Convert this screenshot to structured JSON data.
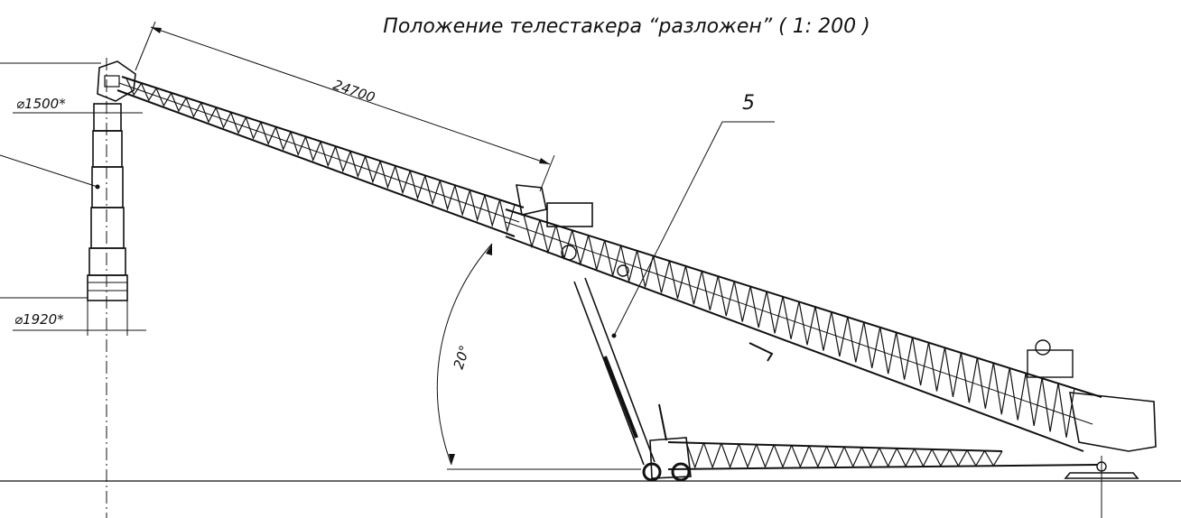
{
  "title": "Положение телестакера “разложен” ( 1: 200 )",
  "dimensions": {
    "boom_length": "24700",
    "top_diameter": "⌀1500*",
    "bottom_diameter": "⌀1920*",
    "angle": "20°"
  },
  "callouts": {
    "part_5": "5"
  },
  "colors": {
    "ink": "#111111",
    "background": "#ffffff"
  }
}
